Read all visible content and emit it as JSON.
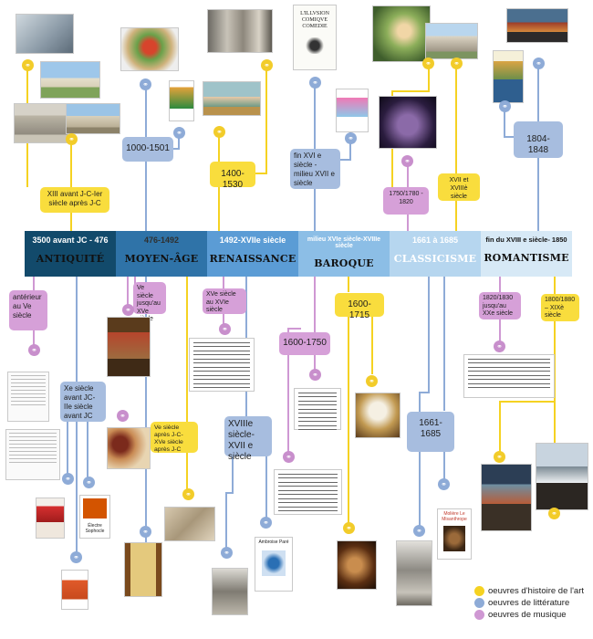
{
  "periods": [
    {
      "dates": "3500 avant JC - 476",
      "name": "ANTIQUITÉ",
      "bg": "#124a6b",
      "fg": "#0f1c2a",
      "datefg": "#ffffff",
      "namefg": "#111111"
    },
    {
      "dates": "476-1492",
      "name": "MOYEN-ÂGE",
      "bg": "#2f73a8",
      "datefg": "#3a3a3a",
      "namefg": "#111111"
    },
    {
      "dates": "1492-XVIIe siècle",
      "name": "RENAISSANCE",
      "bg": "#5b9cd5",
      "datefg": "#ffffff",
      "namefg": "#111111"
    },
    {
      "dates": "milieu XVIe siècle-XVIIIe siècle",
      "name": "BAROQUE",
      "bg": "#8cbee6",
      "datefg": "#ffffff",
      "namefg": "#111111"
    },
    {
      "dates": "1661 à 1685",
      "name": "CLASSICISME",
      "bg": "#b6d6ef",
      "datefg": "#ffffff",
      "namefg": "#ffffff"
    },
    {
      "dates": "fin du XVIII e siècle- 1850",
      "name": "ROMANTISME",
      "bg": "#d7e9f6",
      "datefg": "#111111",
      "namefg": "#111111"
    }
  ],
  "tags": {
    "antiquite_art": "XIII avant J-C-Ier siècle après J-C",
    "antiquite_musique": "antérieur au Ve siècle",
    "antiquite_litt": "Xe siècle avant JC- IIe siècle avant JC",
    "moyenage_litt": "1000-1501",
    "moyenage_musique": "Ve siècle jusqu'au XVe siècle",
    "moyenage_art": "Ve siècle après J-C-XVe siècle après J-C",
    "renaissance_art": "1400-1530",
    "renaissance_musique": "XVe siècle au XVIe siècle",
    "renaissance_litt": "XVIIIe siècle-XVII e siècle",
    "baroque_litt": "fin XVI e siècle - milieu XVII e siècle",
    "baroque_musique": "1600-1750",
    "baroque_art": "1600-1715",
    "classicisme_musique": "1750/1780 - 1820",
    "classicisme_art": "XVII et XVIIIè siècle",
    "classicisme_litt": "1661-1685",
    "romantisme_litt": "1804-1848",
    "romantisme_musique": "1820/1830 jusqu'au XXe siècle",
    "romantisme_art": "1800/1880 – XIXè siècle"
  },
  "images": {
    "illusion_title": "L'ILLVSION COMIQVE COMEDIE",
    "electre_title": "Électre Sophocle",
    "ambroise_title": "Ambroise Paré",
    "moliere_title": "Molière Le Misanthrope"
  },
  "link_glyph": "⚭",
  "legend": [
    {
      "label": "oeuvres d'histoire de l'art",
      "color": "#f5d222"
    },
    {
      "label": "oeuvres de littérature",
      "color": "#8eabd7"
    },
    {
      "label": "oeuvres de musique",
      "color": "#cf98d3"
    }
  ],
  "colors": {
    "art": "#f5d222",
    "litterature": "#8eabd7",
    "musique": "#cf98d3"
  }
}
